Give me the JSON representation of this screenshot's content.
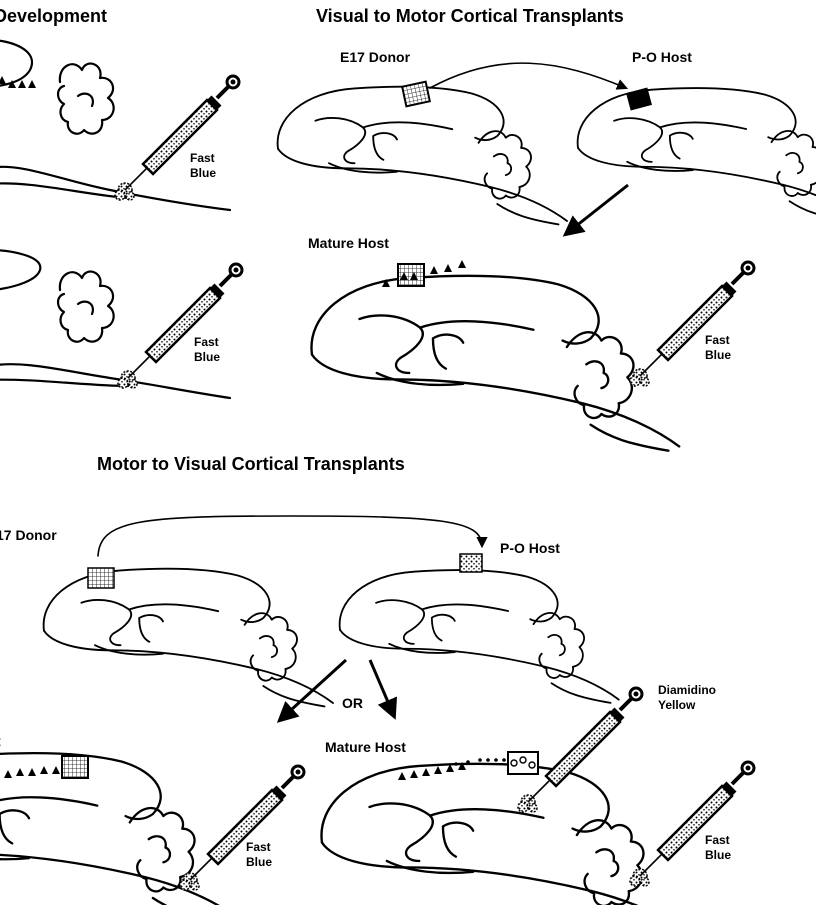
{
  "headings": {
    "development": "Development",
    "visual_to_motor": "Visual to Motor Cortical Transplants",
    "motor_to_visual": "Motor to Visual Cortical Transplants"
  },
  "labels": {
    "e17_donor_top": "E17 Donor",
    "p0_host_top": "P-O Host",
    "mature_host_top": "Mature Host",
    "e17_donor_bottom": "17 Donor",
    "p0_host_bottom": "P-O Host",
    "or": "OR",
    "mature_host_bottom_left": "t",
    "mature_host_bottom_right": "Mature Host",
    "tracer_fast": "Fast",
    "tracer_blue": "Blue",
    "tracer_diamidino": "Diamidino",
    "tracer_yellow": "Yellow"
  },
  "icons": [
    "brain-outline",
    "syringe",
    "transplant-patch",
    "neuron-triangle",
    "curved-arrow",
    "straight-arrow",
    "tracer-injection-site"
  ]
}
